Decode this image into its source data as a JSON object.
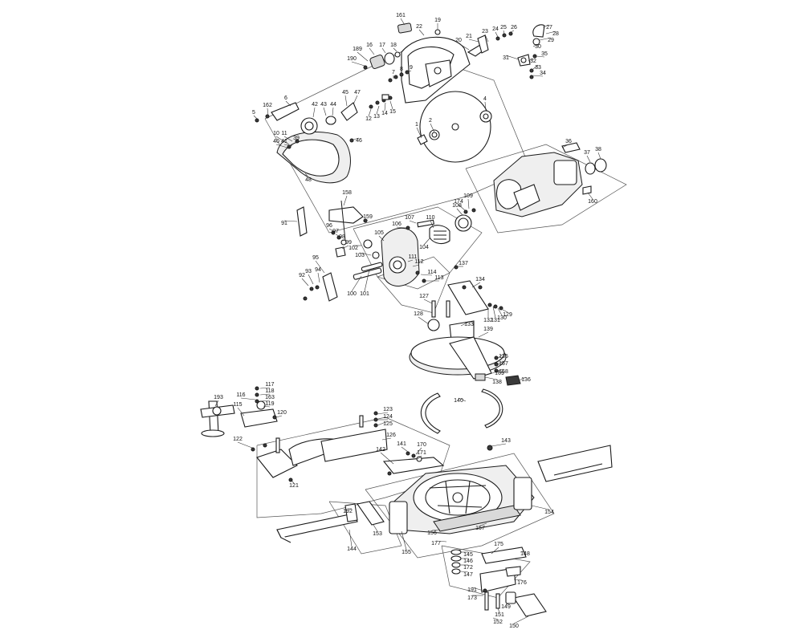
{
  "diagram": {
    "callouts": [
      "1",
      "2",
      "4",
      "5",
      "6",
      "7",
      "8",
      "9",
      "10",
      "11",
      "12",
      "13",
      "14",
      "15",
      "16",
      "17",
      "18",
      "19",
      "20",
      "21",
      "22",
      "23",
      "24",
      "25",
      "26",
      "27",
      "28",
      "29",
      "30",
      "31",
      "32",
      "33",
      "34",
      "35",
      "36",
      "37",
      "38",
      "39",
      "40",
      "41",
      "42",
      "43",
      "44",
      "45",
      "46",
      "47",
      "48",
      "91",
      "92",
      "93",
      "94",
      "95",
      "96",
      "97",
      "98",
      "99",
      "100",
      "101",
      "102",
      "103",
      "104",
      "105",
      "106",
      "107",
      "108",
      "109",
      "110",
      "111",
      "112",
      "113",
      "114",
      "115",
      "116",
      "117",
      "118",
      "119",
      "120",
      "121",
      "122",
      "123",
      "124",
      "125",
      "126",
      "127",
      "128",
      "129",
      "130",
      "131",
      "132",
      "133",
      "134",
      "135",
      "136",
      "137",
      "138",
      "139",
      "140",
      "141",
      "142",
      "143",
      "144",
      "145",
      "146",
      "147",
      "148",
      "149",
      "150",
      "151",
      "152",
      "153",
      "154",
      "155",
      "156",
      "157",
      "158",
      "159",
      "160",
      "161",
      "162",
      "163",
      "167",
      "168",
      "169",
      "170",
      "171",
      "172",
      "173",
      "174",
      "175",
      "176",
      "177",
      "189",
      "190",
      "191",
      "192",
      "193"
    ]
  }
}
